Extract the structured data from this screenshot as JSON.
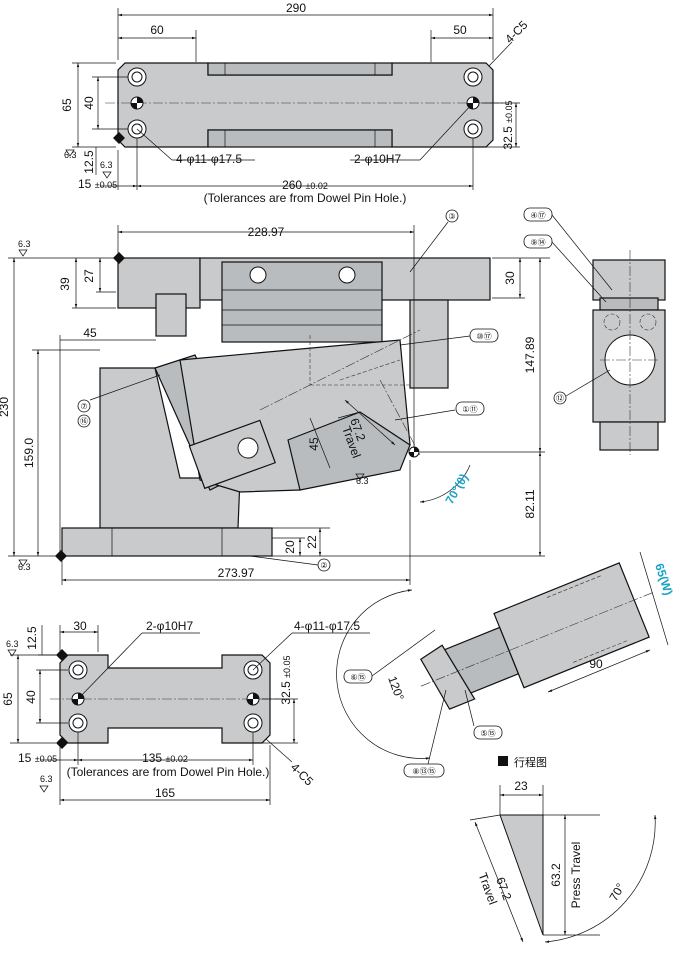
{
  "top_view": {
    "dims": {
      "overall_width": "290",
      "left_offset": "60",
      "right_offset": "50",
      "chamfer": "4-C5",
      "height_outer": "65",
      "height_inner": "40",
      "hole_offset": "32.5",
      "hole_offset_tol": "±0.05",
      "edge_12_5": "12.5",
      "edge_15": "15",
      "edge_15_tol": "±0.05",
      "pitch": "260",
      "pitch_tol": "±0.02",
      "tolerance_note": "(Tolerances are from Dowel Pin Hole.)",
      "holes_callout": "4-φ11-φ17.5",
      "dowel_callout": "2-φ10H7",
      "roughness": "6.3"
    }
  },
  "front_view": {
    "dims": {
      "top_width": "228.97",
      "dim_39": "39",
      "dim_27": "27",
      "dim_30": "30",
      "dim_45": "45",
      "overall_height": "230",
      "height_159": "159.0",
      "height_147": "147.89",
      "height_82": "82.11",
      "dim_20": "20",
      "dim_22": "22",
      "base_width": "273.97",
      "travel_value": "67.2",
      "travel_label": "Travel",
      "dim_45b": "45",
      "angle": "70°",
      "angle_symbol": "(θ)",
      "roughness": "6.3"
    },
    "callouts": [
      "③",
      "④⑰",
      "⑨⑭",
      "⑩⑰",
      "⑦",
      "⑯",
      "①⑪",
      "⑫",
      "②"
    ]
  },
  "bottom_view": {
    "dims": {
      "dim_30": "30",
      "dim_12_5": "12.5",
      "dowel_callout": "2-φ10H7",
      "holes_callout": "4-φ11-φ17.5",
      "height_outer": "65",
      "height_inner": "40",
      "hole_offset": "32.5",
      "hole_offset_tol": "±0.05",
      "edge_15": "15",
      "edge_15_tol": "±0.05",
      "pitch": "135",
      "pitch_tol": "±0.02",
      "tolerance_note": "(Tolerances are from Dowel Pin Hole.)",
      "chamfer": "4-C5",
      "overall_width": "165",
      "roughness": "6.3"
    }
  },
  "angled_view": {
    "dims": {
      "width": "65",
      "width_symbol": "(W)",
      "length": "90",
      "angle": "120°"
    },
    "callouts": [
      "⑥⑮",
      "⑤⑮",
      "⑧⑬⑮"
    ]
  },
  "stroke_diagram": {
    "title": "行程图",
    "dims": {
      "top": "23",
      "travel_value": "67.2",
      "travel_label": "Travel",
      "press_value": "63.2",
      "press_label": "Press Travel",
      "angle": "70°"
    }
  }
}
